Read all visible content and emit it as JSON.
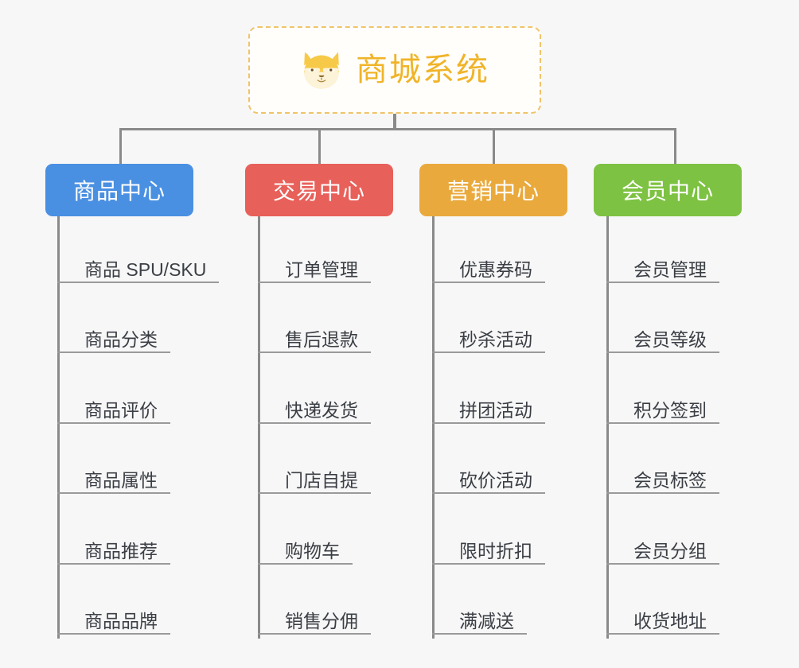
{
  "background_color": "#f7f7f7",
  "root": {
    "title": "商城系统",
    "icon": "shiba-dog-face-icon",
    "title_color": "#f0b429",
    "border_color": "#efc469"
  },
  "branches": [
    {
      "label": "商品中心",
      "color": "#4a90e2",
      "items": [
        "商品 SPU/SKU",
        "商品分类",
        "商品评价",
        "商品属性",
        "商品推荐",
        "商品品牌"
      ]
    },
    {
      "label": "交易中心",
      "color": "#e8605a",
      "items": [
        "订单管理",
        "售后退款",
        "快递发货",
        "门店自提",
        "购物车",
        "销售分佣"
      ]
    },
    {
      "label": "营销中心",
      "color": "#eaa93c",
      "items": [
        "优惠券码",
        "秒杀活动",
        "拼团活动",
        "砍价活动",
        "限时折扣",
        "满减送"
      ]
    },
    {
      "label": "会员中心",
      "color": "#7dc242",
      "items": [
        "会员管理",
        "会员等级",
        "积分签到",
        "会员标签",
        "会员分组",
        "收货地址"
      ]
    }
  ]
}
